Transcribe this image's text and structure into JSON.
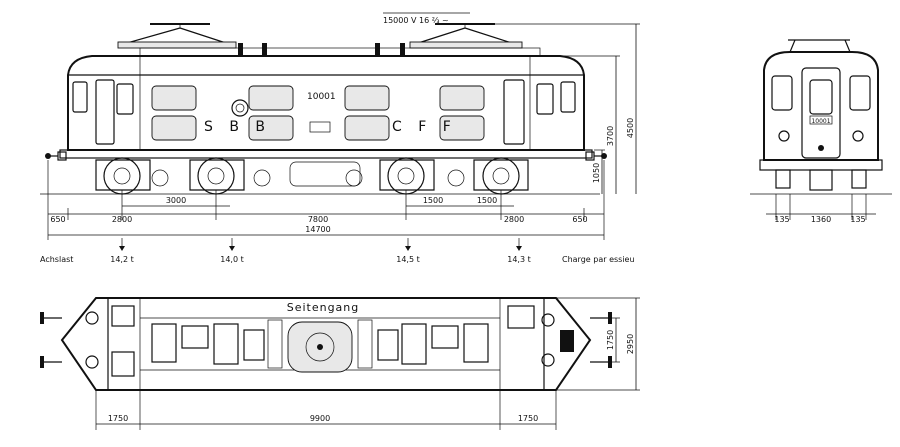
{
  "supply": {
    "voltage": "15000 V 16 ⅔ ~"
  },
  "side_view": {
    "road_number": "10001",
    "lettering_left": "S B B",
    "lettering_right": "C F F",
    "dims_top_row": [
      "3000",
      "1500",
      "1500"
    ],
    "dims_mid_row": [
      "650",
      "2800",
      "7800",
      "2800",
      "650"
    ],
    "overall_length": "14700",
    "height_total": "4500",
    "height_roof": "3700",
    "height_body": "1050"
  },
  "axle_load": {
    "label_left": "Achslast",
    "label_right": "Charge par essieu",
    "values": [
      "14,2 t",
      "14,0 t",
      "14,5 t",
      "14,3 t"
    ]
  },
  "end_view": {
    "road_number": "10001",
    "dims": [
      "135",
      "1360",
      "135"
    ]
  },
  "plan_view": {
    "corridor_label": "Seitengang",
    "dims_bottom": [
      "1750",
      "9900",
      "1750"
    ],
    "width_inner": "1750",
    "width_outer": "2950"
  }
}
